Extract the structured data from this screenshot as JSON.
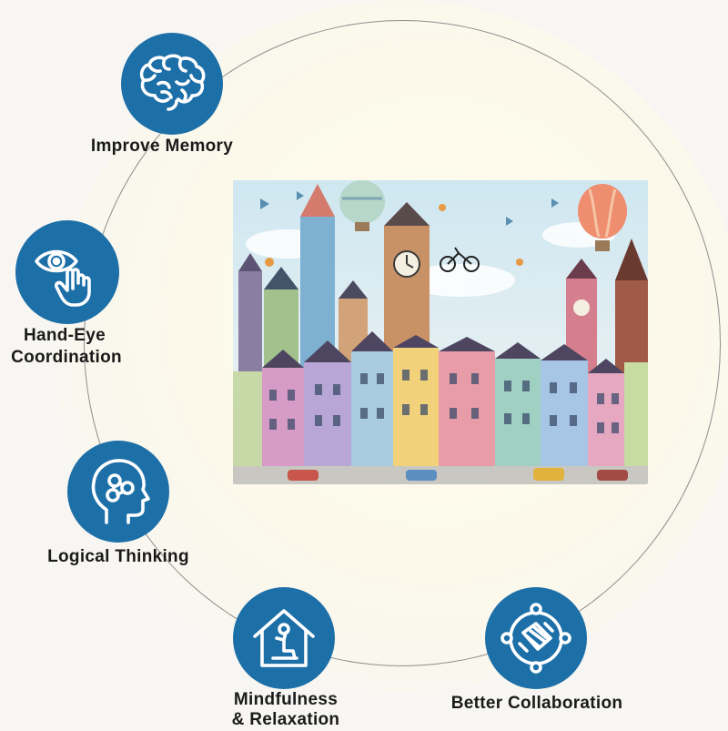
{
  "benefits": {
    "memory": {
      "label": "Improve Memory",
      "icon": "brain-icon"
    },
    "handeye": {
      "line1": "Hand-Eye",
      "line2": "Coordination",
      "icon": "eye-pointing-hand-icon"
    },
    "logical": {
      "label": "Logical Thinking",
      "icon": "head-molecule-icon"
    },
    "mindful": {
      "line1": "Mindfulness",
      "line2": "& Relaxation",
      "icon": "house-person-icon"
    },
    "collab": {
      "label": "Better Collaboration",
      "icon": "puzzle-hands-icon"
    }
  },
  "artwork": {
    "subject": "colorful-town-puzzle-illustration"
  },
  "colors": {
    "badge": "#1d6fa8",
    "ring": "#8e8e8e",
    "text": "#1a1a1a"
  }
}
